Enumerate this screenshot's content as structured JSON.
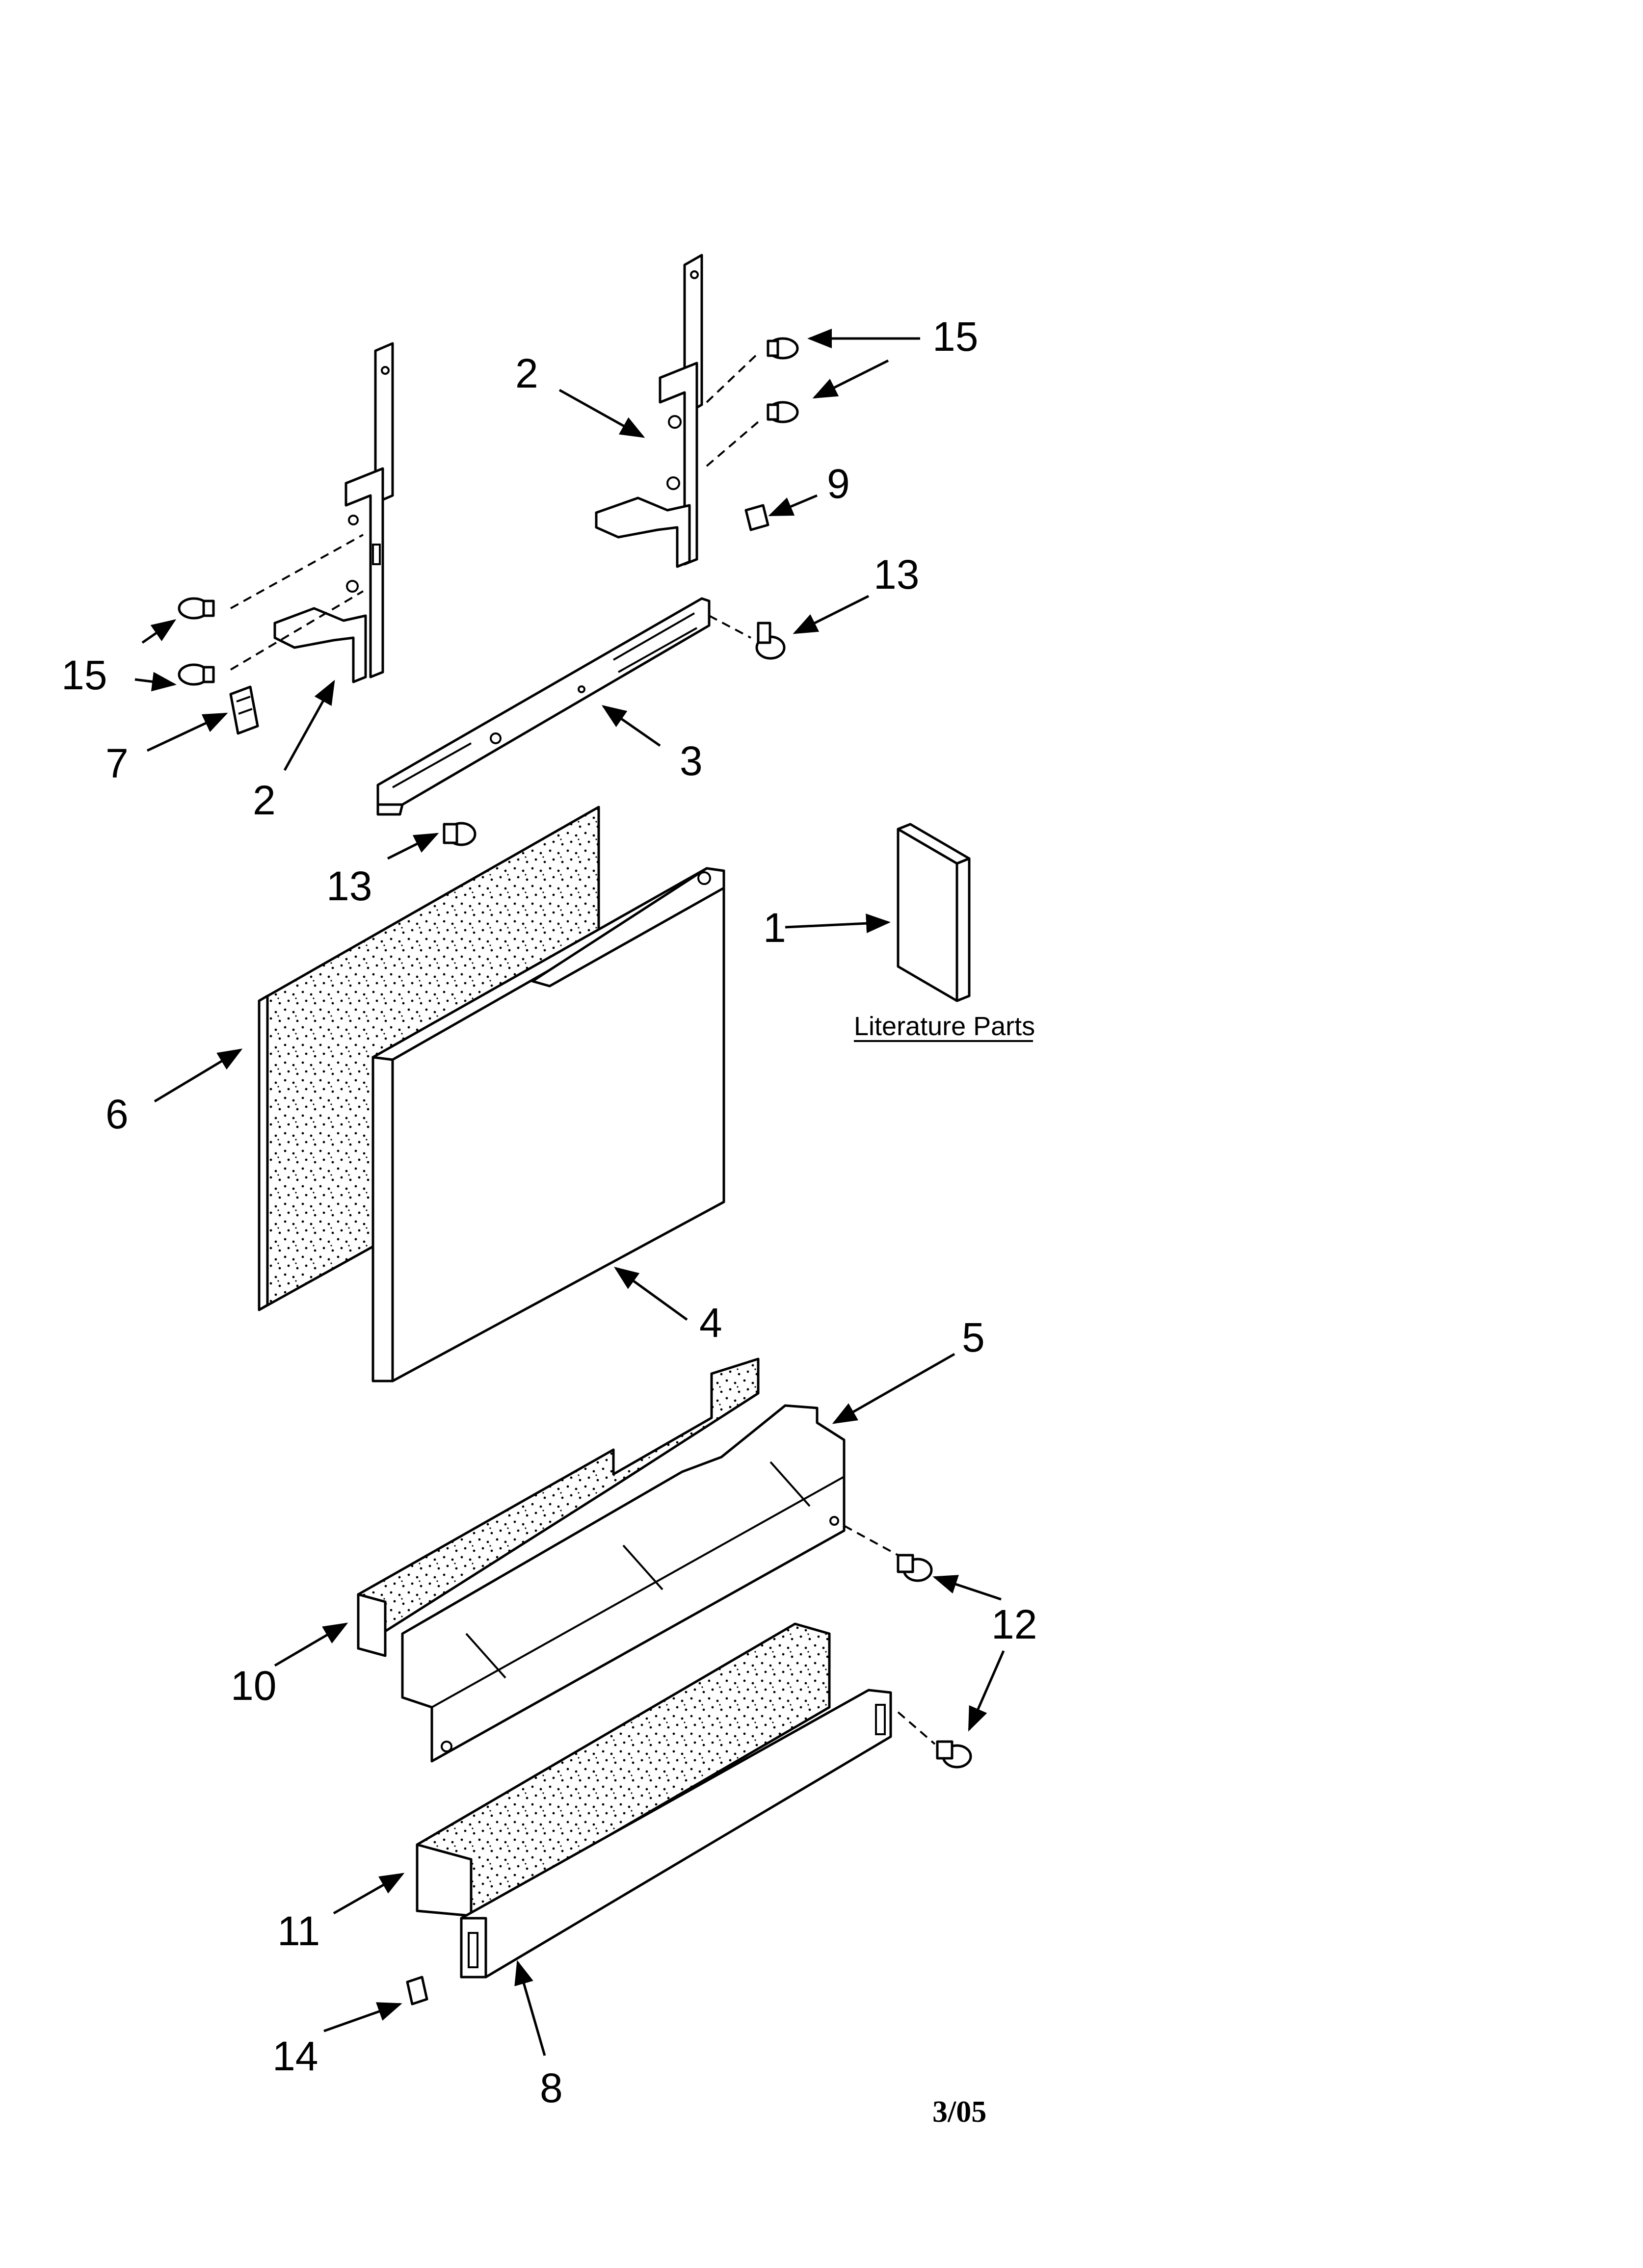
{
  "callouts": {
    "c1": "1",
    "c2a": "2",
    "c2b": "2",
    "c3": "3",
    "c4": "4",
    "c5": "5",
    "c6": "6",
    "c7": "7",
    "c8": "8",
    "c9": "9",
    "c10": "10",
    "c11": "11",
    "c12": "12",
    "c13a": "13",
    "c13b": "13",
    "c14": "14",
    "c15a": "15",
    "c15b": "15"
  },
  "literature_label": "Literature Parts",
  "date_code": "3/05"
}
